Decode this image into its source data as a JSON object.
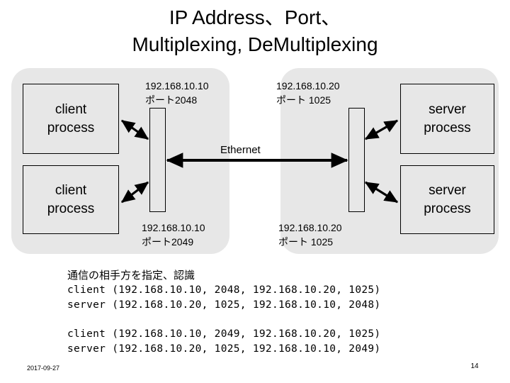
{
  "slide": {
    "title": "IP Address、Port、\nMultiplexing, DeMultiplexing",
    "footer_date": "2017-09-27",
    "page_number": "14",
    "accent_gray": "#e7e7e7",
    "line_color": "#000000"
  },
  "diagram": {
    "client_host": {
      "processes": [
        {
          "label": "client\nprocess"
        },
        {
          "label": "client\nprocess"
        }
      ],
      "addresses": [
        {
          "ip": "192.168.10.10",
          "port": "ポート2048",
          "text": "192.168.10.10\nポート2048"
        },
        {
          "ip": "192.168.10.10",
          "port": "ポート2049",
          "text": "192.168.10.10\nポート2049"
        }
      ]
    },
    "server_host": {
      "processes": [
        {
          "label": "server\nprocess"
        },
        {
          "label": "server\nprocess"
        }
      ],
      "addresses": [
        {
          "ip": "192.168.10.20",
          "port": "ポート 1025",
          "text": "192.168.10.20\nポート 1025"
        },
        {
          "ip": "192.168.10.20",
          "port": "ポート 1025",
          "text": "192.168.10.20\nポート 1025"
        }
      ]
    },
    "network_label": "Ethernet"
  },
  "notes": {
    "heading": "通信の相手方を指定、認識",
    "block1": [
      "client (192.168.10.10, 2048, 192.168.10.20, 1025)",
      "server (192.168.10.20, 1025, 192.168.10.10, 2048)"
    ],
    "block2": [
      "client (192.168.10.10, 2049, 192.168.10.20, 1025)",
      "server (192.168.10.20, 1025, 192.168.10.10, 2049)"
    ]
  }
}
